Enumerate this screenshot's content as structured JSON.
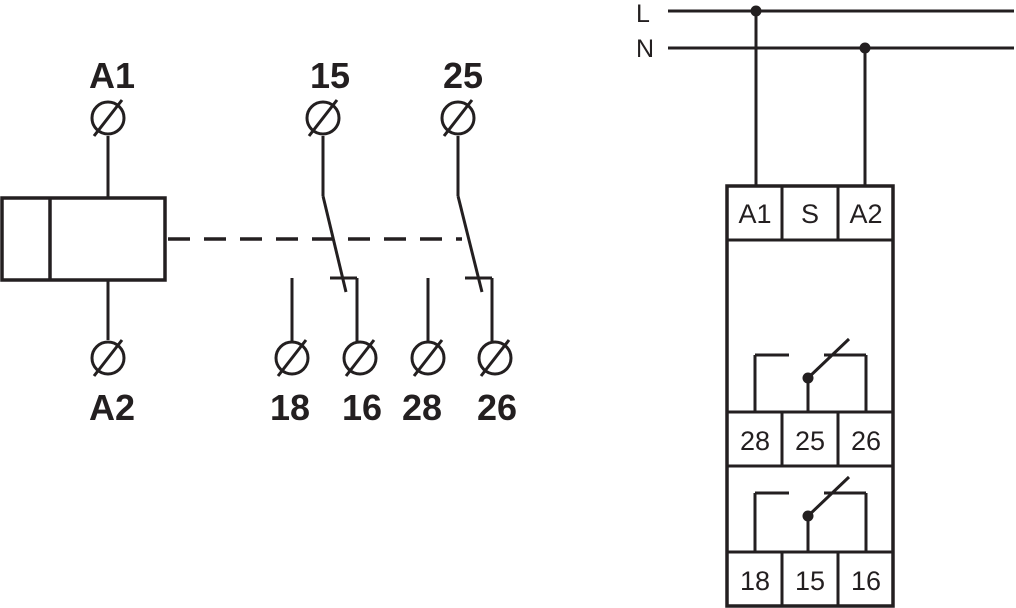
{
  "colors": {
    "line": "#231f20",
    "background": "#ffffff"
  },
  "schematic": {
    "coil_top_terminal": "A1",
    "coil_bottom_terminal": "A2",
    "contact1": {
      "common": "15",
      "nc": "16",
      "no": "18"
    },
    "contact2": {
      "common": "25",
      "nc": "26",
      "no": "28"
    }
  },
  "wiring": {
    "line_l": "L",
    "line_n": "N",
    "top_terminals": [
      "A1",
      "S",
      "A2"
    ],
    "contact2_row": [
      "28",
      "25",
      "26"
    ],
    "contact1_row": [
      "18",
      "15",
      "16"
    ]
  }
}
